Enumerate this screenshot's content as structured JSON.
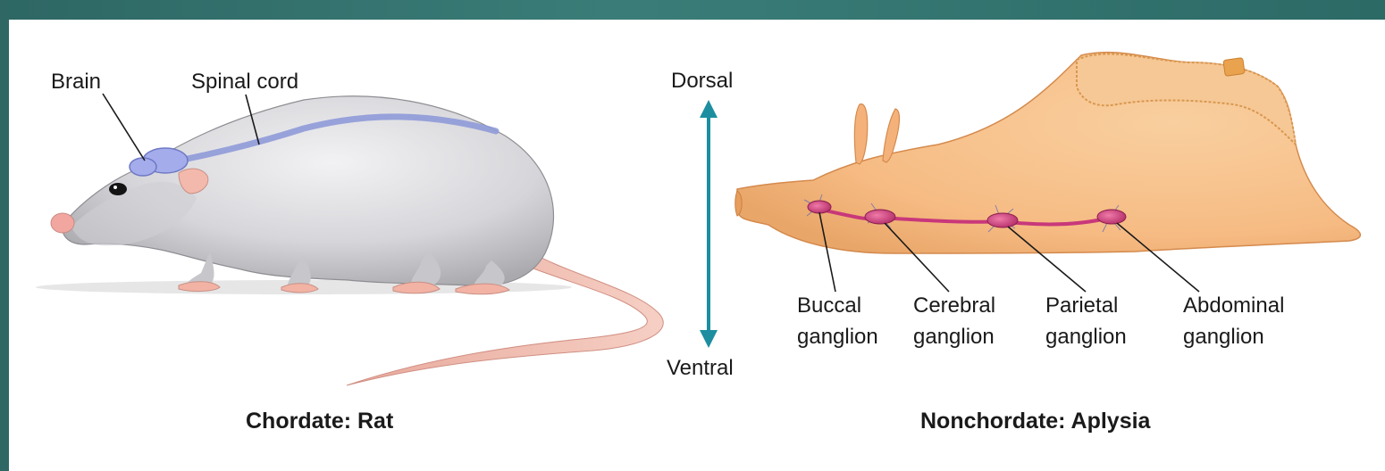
{
  "rat": {
    "labels": {
      "brain": "Brain",
      "spinal_cord": "Spinal cord"
    },
    "caption": "Chordate: Rat"
  },
  "axis": {
    "top": "Dorsal",
    "bottom": "Ventral",
    "color": "#1c8ea0"
  },
  "aplysia": {
    "ganglia": [
      {
        "line1": "Buccal",
        "line2": "ganglion"
      },
      {
        "line1": "Cerebral",
        "line2": "ganglion"
      },
      {
        "line1": "Parietal",
        "line2": "ganglion"
      },
      {
        "line1": "Abdominal",
        "line2": "ganglion"
      }
    ],
    "caption": "Nonchordate: Aplysia"
  },
  "colors": {
    "frame": "#2f6b68",
    "rat_fur": "#d9d9dc",
    "rat_skin": "#f2b3a5",
    "nerve_rat": "#8f9ad8",
    "aplysia_body": "#f7c08c",
    "nerve_aplysia": "#c8387a"
  }
}
